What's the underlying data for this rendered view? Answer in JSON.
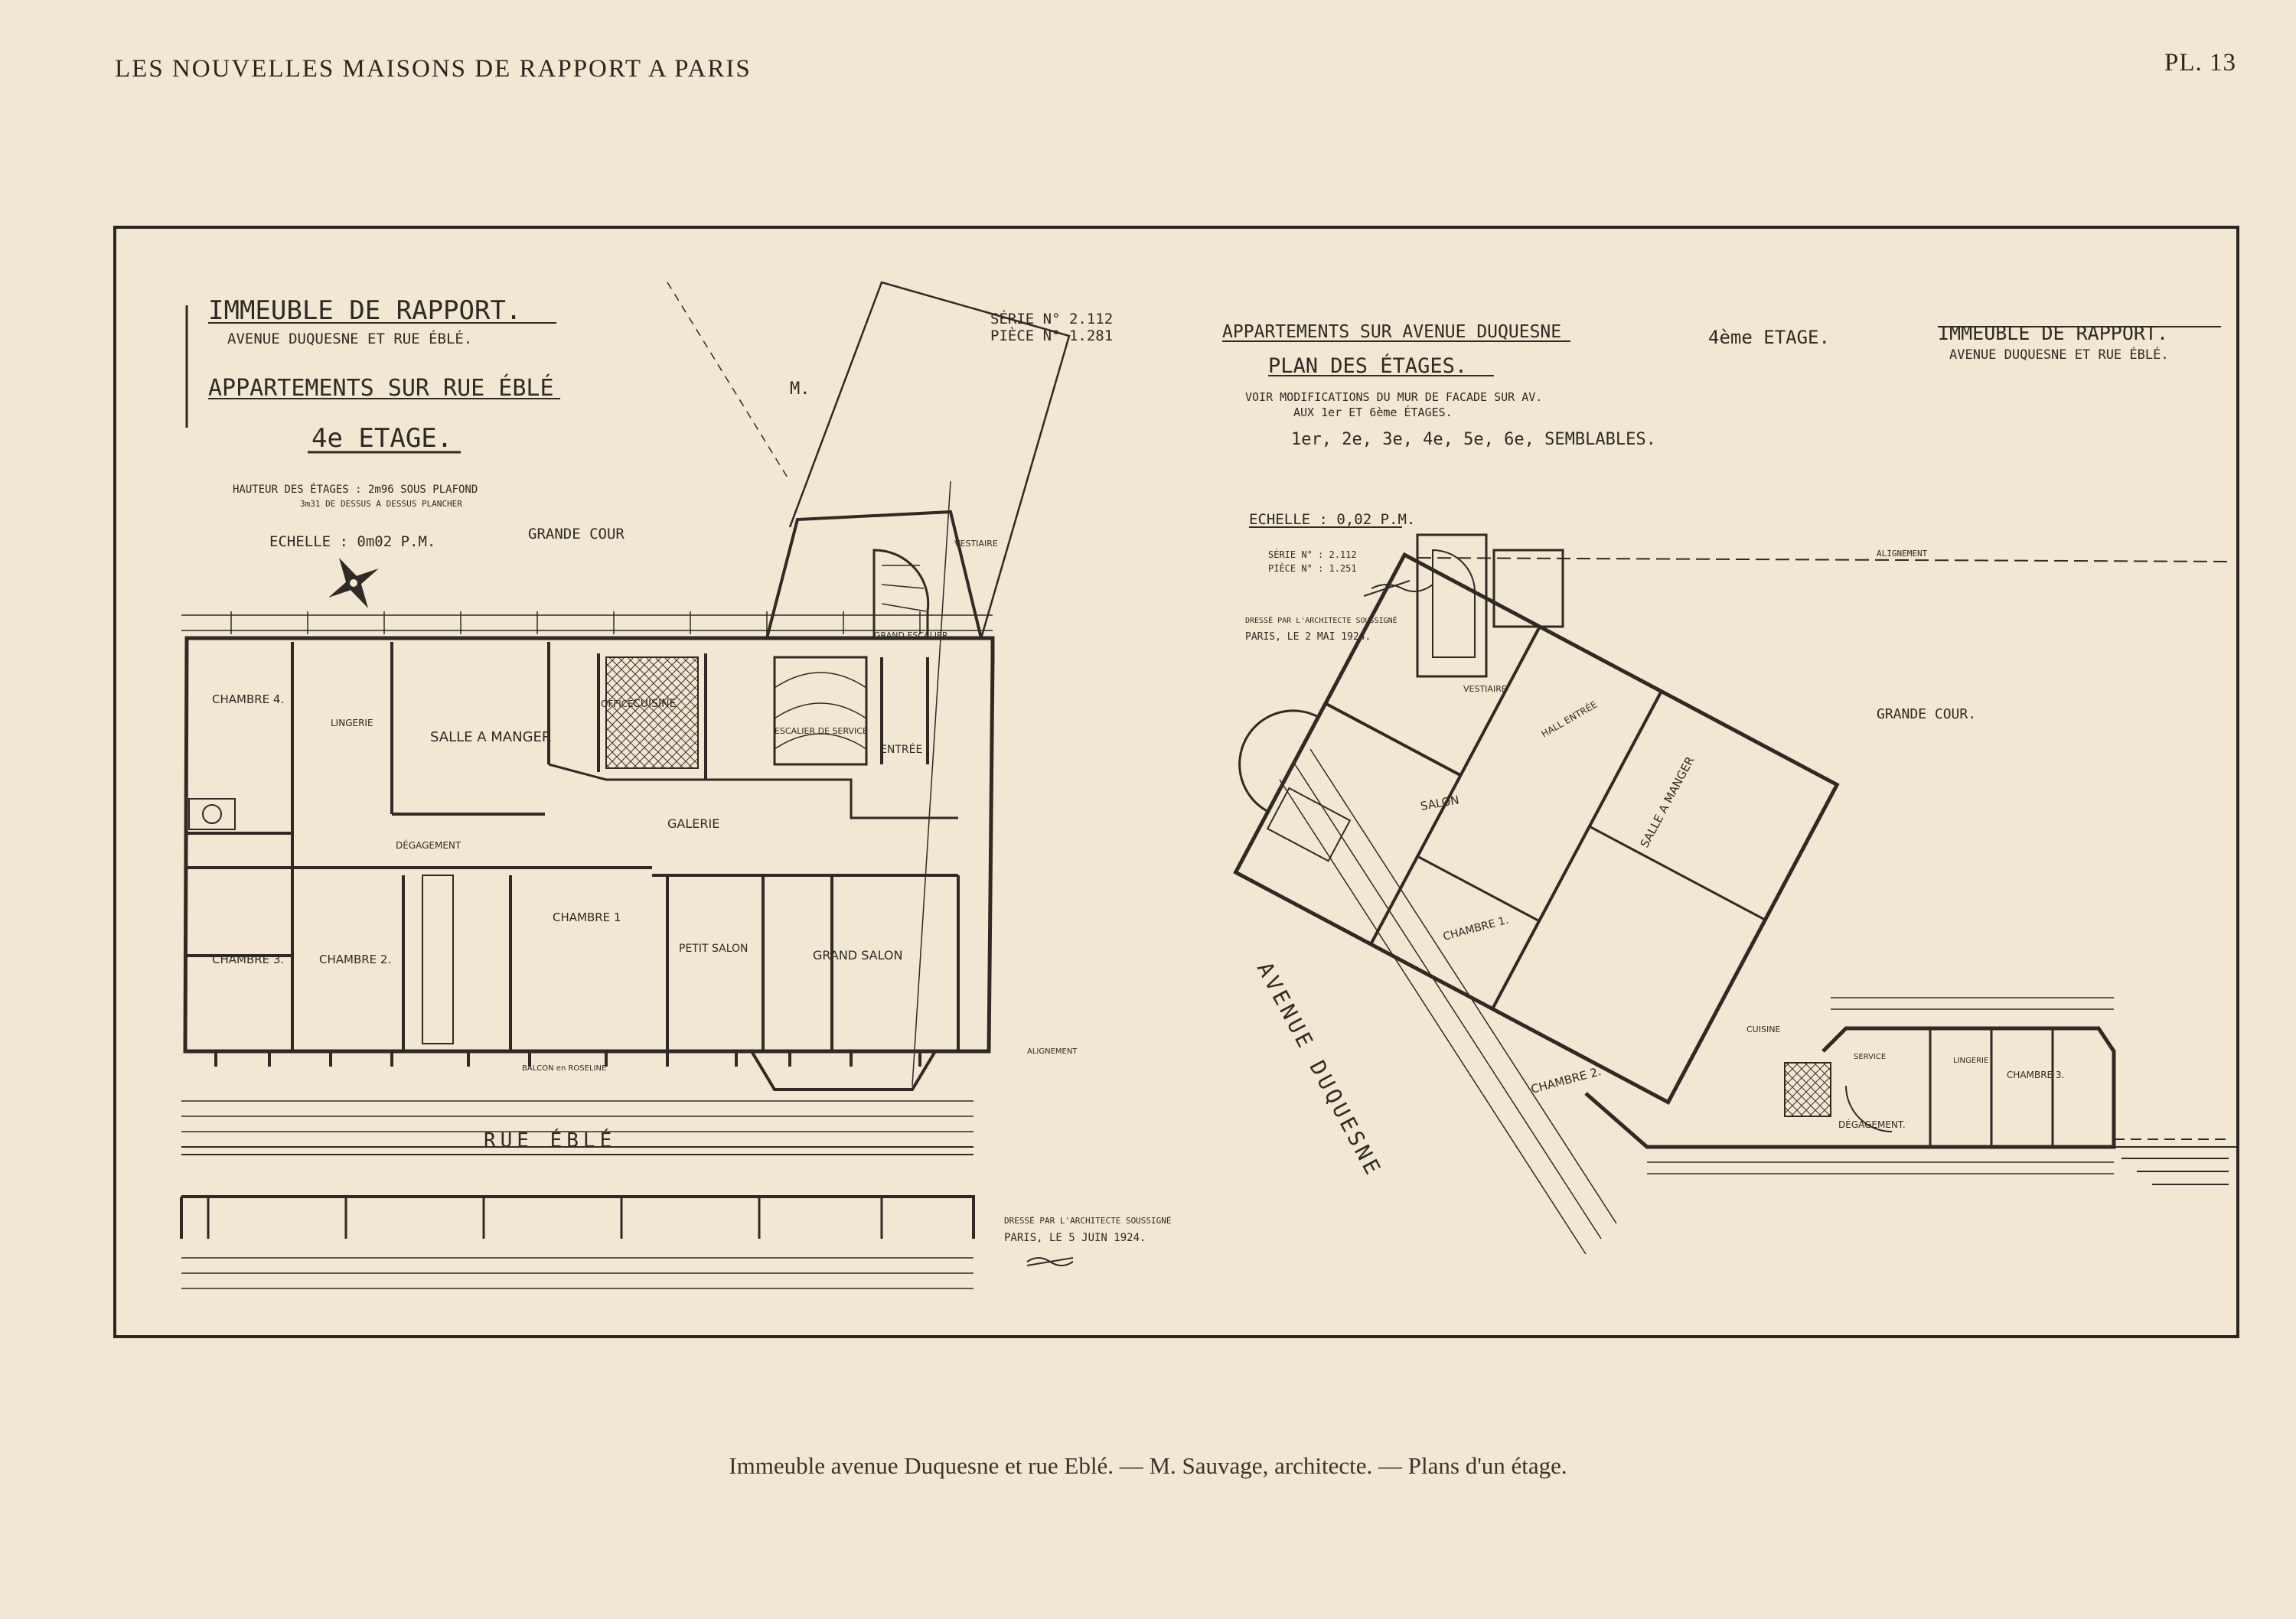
{
  "header": {
    "running_title": "LES NOUVELLES MAISONS DE RAPPORT A PARIS",
    "plate_number": "PL. 13"
  },
  "left_plan": {
    "title": "IMMEUBLE DE RAPPORT.",
    "subtitle": "AVENUE DUQUESNE ET RUE ÉBLÉ.",
    "section": "APPARTEMENTS SUR RUE ÉBLÉ",
    "floor": "4e ETAGE.",
    "ceiling_height": "HAUTEUR DES ÉTAGES : 2m96 SOUS PLAFOND",
    "ceiling_height_2": "3m31 DE DESSUS A DESSUS PLANCHER",
    "scale": "ECHELLE : 0m02 P.M.",
    "serie": "SÉRIE N° 2.112",
    "piece": "PIÈCE N° 1.281",
    "neighbour": "M.",
    "courtyard": "GRANDE COUR",
    "street": "RUE ÉBLÉ",
    "signature": "DRESSÉ PAR L'ARCHITECTE SOUSSIGNÉ",
    "date": "PARIS, LE 5 JUIN 1924.",
    "rooms": {
      "chambre4": "CHAMBRE 4.",
      "lingerie": "LINGERIE",
      "salle_a_manger": "SALLE A MANGER",
      "office": "OFFICE",
      "cuisine": "CUISINE",
      "escalier_service": "ESCALIER DE SERVICE",
      "grand_escalier": "GRAND ESCALIER",
      "entree": "ENTRÉE",
      "vestiaire": "VESTIAIRE",
      "galerie": "GALERIE",
      "degagement": "DÉGAGEMENT",
      "chambre3": "CHAMBRE 3.",
      "chambre2": "CHAMBRE 2.",
      "chambre1": "CHAMBRE 1",
      "petit_salon": "PETIT SALON",
      "grand_salon": "GRAND SALON",
      "balcon": "BALCON en ROSELINE",
      "alignement": "ALIGNEMENT"
    }
  },
  "right_plan": {
    "section": "APPARTEMENTS SUR AVENUE DUQUESNE",
    "floor": "4ème ETAGE.",
    "title": "IMMEUBLE DE RAPPORT.",
    "subtitle": "AVENUE DUQUESNE ET RUE ÉBLÉ.",
    "plan_title": "PLAN DES ÉTAGES.",
    "note": "VOIR MODIFICATIONS DU MUR DE FACADE SUR AV.",
    "note_2": "AUX 1er ET 6ème ÉTAGES.",
    "floors_same": "1er, 2e, 3e, 4e, 5e, 6e, SEMBLABLES.",
    "scale": "ECHELLE : 0,02 P.M.",
    "serie": "SÉRIE N° : 2.112",
    "piece": "PIÈCE N° : 1.251",
    "signature": "DRESSÉ PAR L'ARCHITECTE SOUSSIGNÉ",
    "date": "PARIS, LE 2 MAI 1924.",
    "courtyard": "GRANDE COUR.",
    "street": "AVENUE DUQUESNE",
    "alignement": "ALIGNEMENT",
    "rooms": {
      "salon": "SALON",
      "hall": "HALL ENTRÉE",
      "salle_a_manger": "SALLE A MANGER",
      "chambre1": "CHAMBRE 1.",
      "chambre2": "CHAMBRE 2.",
      "chambre3": "CHAMBRE 3.",
      "vestiaire": "VESTIAIRE",
      "degagement": "DÉGAGEMENT.",
      "cuisine": "CUISINE",
      "service": "SERVICE",
      "lingerie": "LINGERIE"
    }
  },
  "caption": "Immeuble avenue Duquesne et rue Eblé. — M. Sauvage, architecte. — Plans d'un étage."
}
